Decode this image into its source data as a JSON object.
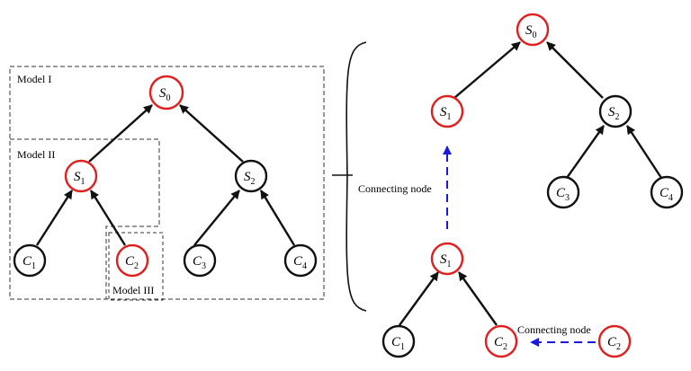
{
  "colors": {
    "red_node": "#e02020",
    "black_node": "#111111",
    "blue_arrow": "#1a1adc",
    "box": "#333333"
  },
  "model_labels": {
    "model1": "Model I",
    "model2": "Model II",
    "model3": "Model III"
  },
  "connecting_labels": {
    "vertical": "Connecting node",
    "horizontal": "Connecting node"
  },
  "nodes": {
    "left_s0": {
      "letter": "S",
      "sub": "0"
    },
    "left_s1": {
      "letter": "S",
      "sub": "1"
    },
    "left_s2": {
      "letter": "S",
      "sub": "2"
    },
    "left_c1": {
      "letter": "C",
      "sub": "1"
    },
    "left_c2": {
      "letter": "C",
      "sub": "2"
    },
    "left_c3": {
      "letter": "C",
      "sub": "3"
    },
    "left_c4": {
      "letter": "C",
      "sub": "4"
    },
    "right_s0": {
      "letter": "S",
      "sub": "0"
    },
    "right_s1_top": {
      "letter": "S",
      "sub": "1"
    },
    "right_s2": {
      "letter": "S",
      "sub": "2"
    },
    "right_c3": {
      "letter": "C",
      "sub": "3"
    },
    "right_c4": {
      "letter": "C",
      "sub": "4"
    },
    "right_s1_bottom": {
      "letter": "S",
      "sub": "1"
    },
    "right_c1": {
      "letter": "C",
      "sub": "1"
    },
    "right_c2": {
      "letter": "C",
      "sub": "2"
    },
    "right_c2_extra": {
      "letter": "C",
      "sub": "2"
    }
  }
}
